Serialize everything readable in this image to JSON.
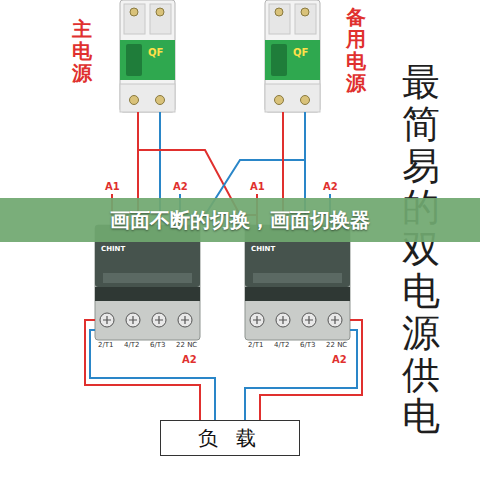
{
  "diagram": {
    "title": "最简易的双电源供电",
    "nodes": [
      {
        "text": [
          "QF"
        ]
      },
      {
        "text": [
          "QF"
        ]
      },
      {
        "text": [
          "画面不断的切换，画面切换器"
        ]
      },
      {
        "text": [
          "CHINT"
        ]
      },
      {
        "text": [
          "CHINT"
        ]
      },
      {
        "text": [
          "负 载"
        ]
      }
    ],
    "edges": [
      {
        "from": 0,
        "to": 3,
        "arrow": "none"
      },
      {
        "from": 1,
        "to": 4,
        "arrow": "none"
      },
      {
        "from": 3,
        "to": 5,
        "arrow": "none"
      },
      {
        "from": 4,
        "to": 5,
        "arrow": "none"
      }
    ],
    "labels": [
      "主电源",
      "备用电源",
      "A1",
      "A2",
      "A1",
      "A2",
      "2/T1",
      "4/T2",
      "6/T3",
      "22 NC",
      "A2",
      "2/T1",
      "4/T2",
      "6/T3",
      "22 NC",
      "A2"
    ]
  }
}
